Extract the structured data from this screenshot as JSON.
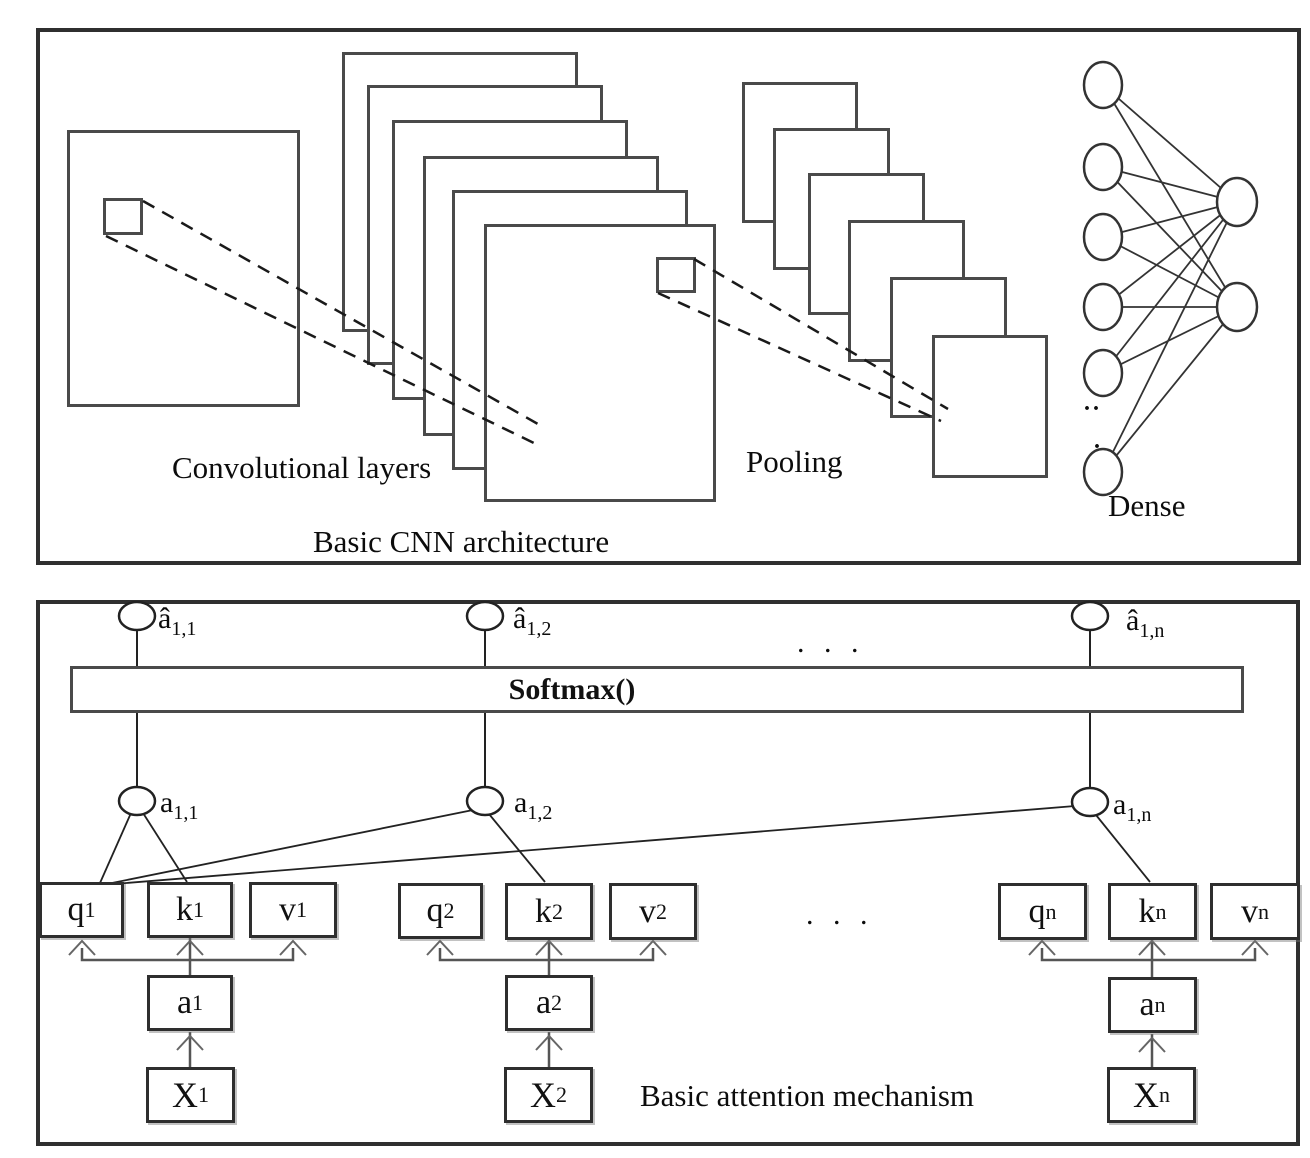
{
  "top_panel": {
    "title": "Basic CNN architecture",
    "conv_label": "Convolutional layers",
    "pooling_label": "Pooling",
    "dense_label": "Dense",
    "dense_dots_a": "..",
    "dense_dots_b": "."
  },
  "bottom_panel": {
    "title": "Basic attention mechanism",
    "softmax_label": "Softmax()",
    "dots_top": ". . .",
    "dots_mid": ". . .",
    "top_nodes": [
      {
        "base": "â",
        "sub": "1,1"
      },
      {
        "base": "â",
        "sub": "1,2"
      },
      {
        "base": "â",
        "sub": "1,n"
      }
    ],
    "mid_nodes": [
      {
        "base": "a",
        "sub": "1,1"
      },
      {
        "base": "a",
        "sub": "1,2"
      },
      {
        "base": "a",
        "sub": "1,n"
      }
    ],
    "groups": [
      {
        "sup": "1",
        "q": "q",
        "k": "k",
        "v": "v",
        "a": "a",
        "x": "X"
      },
      {
        "sup": "2",
        "q": "q",
        "k": "k",
        "v": "v",
        "a": "a",
        "x": "X"
      },
      {
        "sup": "n",
        "q": "q",
        "k": "k",
        "v": "v",
        "a": "a",
        "x": "X"
      }
    ]
  },
  "colors": {
    "line": "#222222",
    "border": "#4a4a4a",
    "text": "#0c0c0c",
    "background": "#ffffff"
  }
}
